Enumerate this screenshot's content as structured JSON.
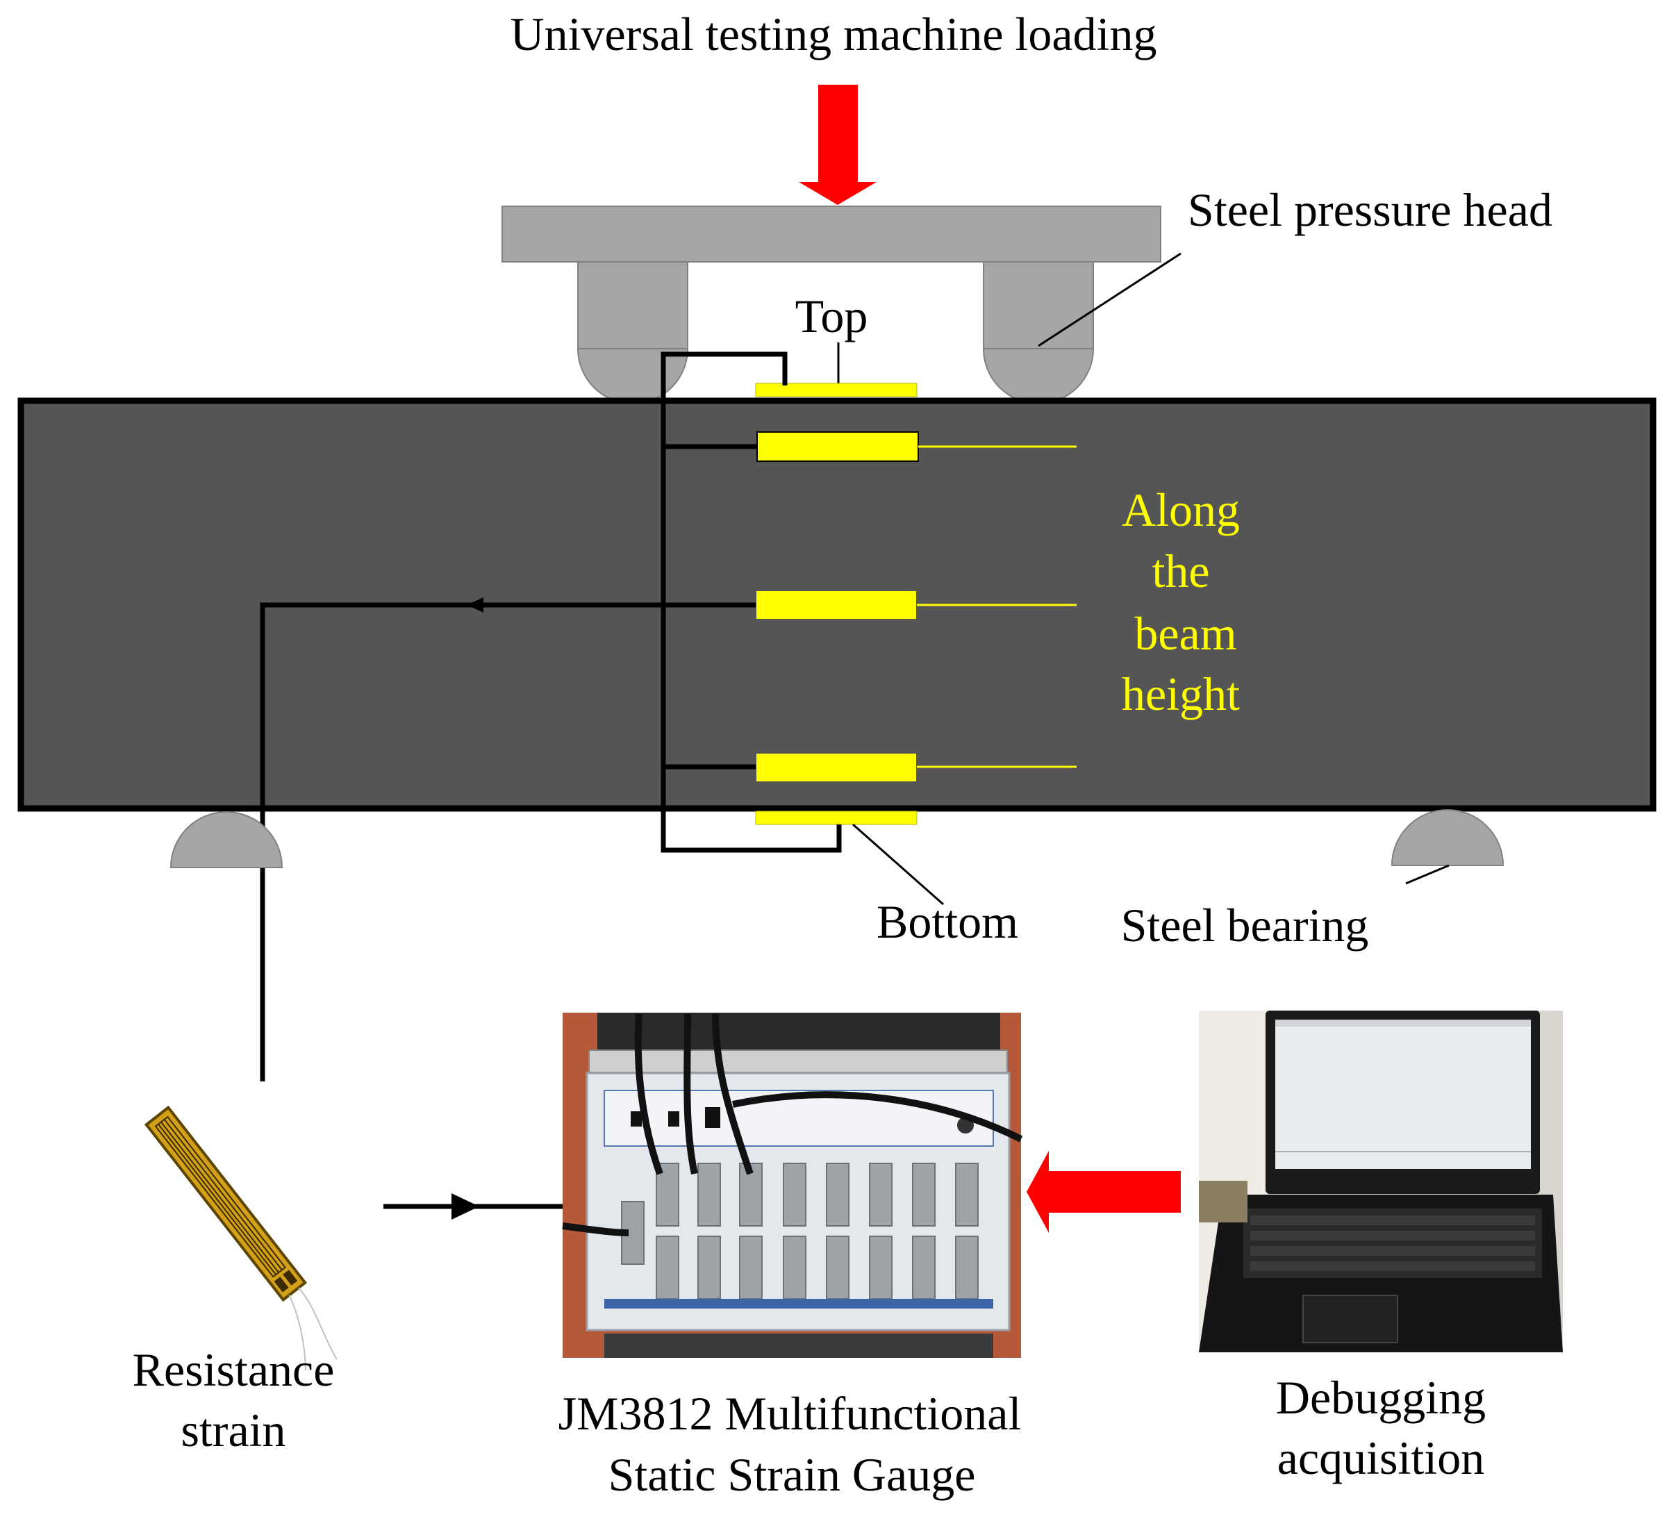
{
  "labels": {
    "loading": "Universal testing machine loading",
    "pressure_head": "Steel pressure head",
    "top": "Top",
    "bottom": "Bottom",
    "bearing": "Steel bearing",
    "along_1": "Along",
    "along_2": "the",
    "along_3": "beam",
    "along_4": "height",
    "resistance_1": "Resistance",
    "resistance_2": "strain",
    "gauge_1": "JM3812  Multifunctional",
    "gauge_2": "Static Strain Gauge",
    "debug_1": "Debugging",
    "debug_2": "acquisition"
  },
  "colors": {
    "beam": "#555555",
    "steel": "#a6a6a6",
    "strain_gauge": "#ffff00",
    "arrow": "#ff0000",
    "wire": "#000000",
    "annotation_text": "#ffff00"
  },
  "icons": {
    "load_arrow": "red-down-arrow",
    "acquisition_arrow": "red-left-arrow",
    "resistance_gauge": "foil-strain-gauge-icon",
    "strain_meter": "strain-meter-photo",
    "laptop": "laptop-photo"
  }
}
